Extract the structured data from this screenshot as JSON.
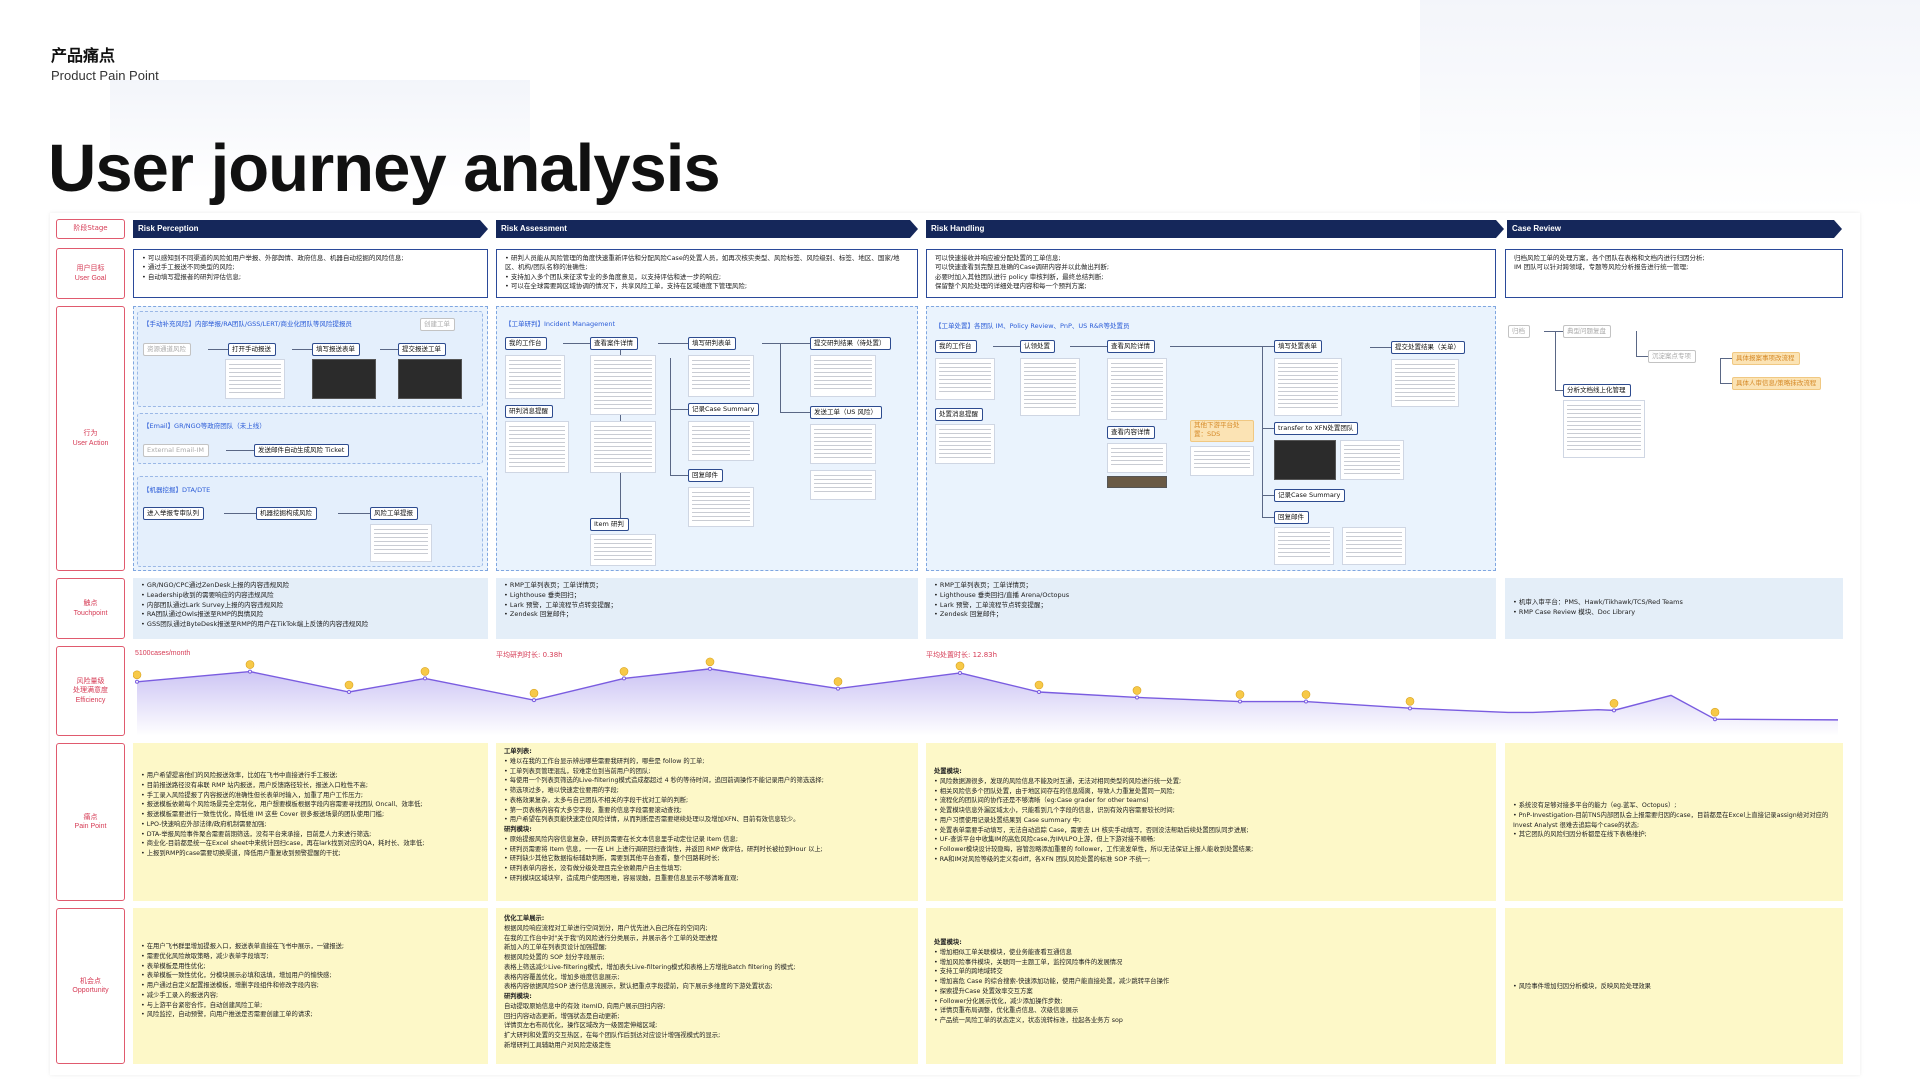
{
  "header": {
    "label_cn": "产品痛点",
    "label_en": "Product Pain Point",
    "title": "User journey analysis"
  },
  "rows": {
    "stage": {
      "cn": "阶段Stage"
    },
    "goal": {
      "cn": "用户目标",
      "en": "User Goal"
    },
    "action": {
      "cn": "行为",
      "en": "User Action"
    },
    "touch": {
      "cn": "触点",
      "en": "Touchpoint"
    },
    "efficiency": {
      "cn1": "风险量级",
      "cn2": "处理满意度",
      "en": "Efficiency"
    },
    "pain": {
      "cn": "痛点",
      "en": "Pain Point"
    },
    "opp": {
      "cn": "机会点",
      "en": "Opportunity"
    }
  },
  "stages": [
    "Risk Perception",
    "Risk Assessment",
    "Risk Handling",
    "Case Review"
  ],
  "goals": [
    [
      "可以感知到不同渠道的风险如用户举报、外部舆情、政府信息、机器自动挖掘的风险信息;",
      "通过手工报送不同类型的风险;",
      "自动填写提报者的研判评估信息;"
    ],
    [
      "研判人员能从风险管理的角度快速重新评估和分配风险Case的处置人员，如再次核实类型、风险标签、风险级别、标签、地区、国家/地区、机构/团队名称的准确性;",
      "支持加入多个团队来征求专业的多角度意见，以支持评估和进一步的响应;",
      "可以在全球需要跨区域协调的情况下，共享风险工单，支持在区域维度下管理风险;"
    ],
    [
      "可以快速接收并响应被分配处置的工单信息;",
      "可以快速查看到完整且准确的Case调研内容并以此做出判断;",
      "必要时加入其他团队进行 policy 审核判断，最终总结判断;",
      "保留整个风险处理的详细处理内容和每一个预判方案;"
    ],
    [
      "归档风险工单的处理方案，各个团队在表格和文档内进行归因分析;",
      "IM 团队可以针对跨领域，专题等风险分析报告进行统一管理;"
    ]
  ],
  "perception": {
    "sub1_title": "【手动补充风险】内部举报/RA团队/GSS/LERT/商业化团队等风险提报员",
    "sub1_nodes": [
      "创建工单",
      "资源通道风险",
      "打开手动报送",
      "填写报送表单",
      "提交报送工单"
    ],
    "sub2_title": "【Email】GR/NGO等政府团队（未上线）",
    "sub2_nodes": [
      "External Email-IM",
      "发送邮件自动生成风险 Ticket"
    ],
    "sub3_title": "【机器挖掘】DTA/DTE",
    "sub3_nodes": [
      "进入举报专审队列",
      "机器挖掘构成风险",
      "风险工单提报"
    ]
  },
  "assessment": {
    "title": "【工单研判】Incident Management",
    "nodes": [
      "我的工作台",
      "查看案件详情",
      "填写研判表单",
      "提交研判结果（待处置）",
      "研判消息提醒",
      "记录Case Summary",
      "发送工单（US 风险）",
      "回复邮件",
      "Item 研判"
    ]
  },
  "handling": {
    "title": "【工单处置】各团队 IM、Policy Review、PnP、US R&R等处置员",
    "nodes": [
      "我的工作台",
      "认领处置",
      "查看风险详情",
      "填写处置表单",
      "提交处置结果（关单）",
      "处置消息提醒",
      "查看内容详情",
      "其他下游平台处置：SDS",
      "transfer to XFN处置团队",
      "记录Case Summary",
      "回复邮件"
    ]
  },
  "review": {
    "nodes": [
      "归档",
      "典型问题复盘",
      "沉淀案点专项",
      "具体报案事项改流程",
      "具体人审信息/策略抹改流程",
      "分析文档线上化管理"
    ]
  },
  "touchpoints": [
    [
      "GR/NGO/CPC通过ZenDesk上报的内容违规风险",
      "Leadership收到的需要响应的内容违规风险",
      "内部团队通过Lark Survey上报的内容违规风险",
      "RA团队通过Owls报送至RMP的舆情风险",
      "GSS团队通过ByteDesk报送至RMP的用户在TikTok端上反馈的内容违规风险"
    ],
    [
      "RMP工单列表页；工单详情页；",
      "Lighthouse 垂类回扫；",
      "Lark 预警，工单流程节点转变提醒；",
      "Zendesk 回复邮件；"
    ],
    [
      "RMP工单列表页；工单详情页；",
      "Lighthouse 垂类回扫/直播 Arena/Octopus",
      "Lark 预警，工单流程节点转变提醒；",
      "Zendesk 回复邮件；"
    ],
    [
      "机审入审平台：PMS、Hawk/Tikhawk/TCS/Red Teams",
      "RMP Case Review 模块、Doc Library"
    ]
  ],
  "efficiency": {
    "labels": [
      "5100cases/month",
      "平均研判时长: 0.38h",
      "平均处置时长: 12.83h"
    ],
    "chart_data": {
      "type": "line",
      "values": [
        0.35,
        0.2,
        0.5,
        0.3,
        0.62,
        0.3,
        0.16,
        0.45,
        0.22,
        0.5,
        0.58,
        0.64,
        0.64,
        0.74,
        0.74,
        0.8,
        0.8,
        0.76,
        0.77,
        0.55,
        0.9,
        0.91
      ],
      "color": "#7a5ce0"
    }
  },
  "pains": [
    {
      "head": "",
      "items": [
        "用户希望提高他们的风险报送效率，比如在飞书中直接进行手工报送;",
        "目前报送路径没有串联 RMP 站内报送，用户反馈路径较长，报送入口粒性不高;",
        "手工录入风险提报了内容报送的准确性但长表单时输入，加重了用户工作压力;",
        "报送模板依赖每个风险场景完全定制化，用户想要模板根据字段内容需要寻找团队 Oncall、效率低;",
        "报送模板需要进行一致性优化，降低维 IM 这些 Cover 很多报送场景的团队使用门槛;",
        "LPO-快速响应外部法律/政府机制需要加强;",
        "DTA-举报风险事件聚合需要前期筛选，没有平台来承接，目前是人力来进行筛选;",
        "商业化-目前都是统一在Excel sheet中来统计回扫case，再在lark找到对应的QA，耗时长、效率低;",
        "上报到RMP的case需要切换渠道，降低用户重复收到预警提醒的干扰;"
      ]
    },
    {
      "head": "工单列表:",
      "items": [
        "难以在我的工作台显示辨出哪些需要我研判的，哪些是 follow 的工单;",
        "工单列表页管理混乱，较难定位到当前用户的团队;",
        "每使用一个列表页筛选的Live-filtering模式造成都超过 4 秒的等待时间，追回前调操作不能记录用户的筛选选择;",
        "筛选项过多，难以快速定位要用的字段;",
        "表格效果复杂，太多与自己团队不相关的字段干扰对工单的判断;",
        "第一页表格内容有大多空字段，重要的信息字段需要滚动查找;",
        "用户希望在列表页能快速定位风险详情，从而判断是否需要继续处理以及增加XFN、目前有效信息较少。"
      ],
      "head2": "研判模块:",
      "items2": [
        "原始提报风险内容信息复杂，研判员需要在长文本信息里手动定位记录 Item 信息;",
        "研判员需要将 Item 信息，一一在 LH 上进行调研回扫查询性，并返回 RMP 做评估，研判时长被拉到Hour 以上;",
        "研判缺少其他它数据指标辅助判断，需要到其他平台查看，整个回路耗时长;",
        "研判表单内容长，没有做分级处理且完全依赖用户自主性填写;",
        "研判模块区域块窄，造成用户使用困难，容易误触，且重要信息显示不够清晰直观;"
      ]
    },
    {
      "head": "处置模块:",
      "items": [
        "风险数据源很多，发现的风险信息不能及时互通，无法对相同类型的风险进行统一处置;",
        "相关风险信多个团队处置，由于地区间存在的信息隔离，导致人力重复处置同一风险;",
        "流程化的团队间的协作还是不够清晰（eg:Case grader for other teams)",
        "处置模块信息外漏区域太小，只能看到几个字段的信息，识别有效内容需要较长时间;",
        "用户习惯使用记录处置结果到 Case summary 中;",
        "处置表单需要手动填写，无法自动追踪 Case，需要去 LH 核实手动填写，否则没法帮助后续处置团队同步进展;",
        "UF-查诉平台中收集IM的高危风险case,为IM/LPO上游，但上下游对接不顺畅;",
        "Follower模块设计较隐晦，容管忽略添加重要的 follower，工作流发单性，所以无法保证上报人能收到处置结果;",
        "RA和IM对风险等级的定义有diff，各XFN 团队风险处置的标准 SOP 不统一;"
      ]
    },
    {
      "head": "",
      "items": [
        "系统没有足够对接多平台的能力（eg.蓝军、Octopus）;",
        "PnP-Investigation-目前TNS内部团队会上报需要归因的case，目前都是在Excel上直接记录assign给对对应的Invest Analyst 很难去追踪每个case的状态;",
        "其它团队的风险归因分析都是在线下表格维护;"
      ]
    }
  ],
  "opps": [
    {
      "head": "",
      "items": [
        "在用户飞书群里增加提报入口，报送表单直接在飞书中展示，一键报送;",
        "需要优化风险故取策略，减少表单字段填写;",
        "表单模板是用性优化;",
        "表单模板一致性优化，分模块展示必填和选填，增加用户的愉快感;",
        "用户通过自定义配置报送模板，增删字段组件和修改字段内容;",
        "减少手工录入的报送内容;",
        "与上游平台紧密合作，自动创建风险工单;",
        "风险监控，自动预警，向用户推送是否需要创建工单的请求;"
      ]
    },
    {
      "head": "优化工单展示:",
      "lines": [
        "根据风险响应流程对工单进行空间划分，用户优先进入自己所在的空间内;",
        "在我的工作台中对\"关于我\"的风险进行分类展示，并展示各个工单的处理进程",
        "新加入的工单在列表页设计加强提醒;",
        "根据风险处置的 SOP 划分字段展示;",
        "表格上筛选减少Live-filtering模式，增加表头Live-filtering模式和表格上方增批Batch filtering 的模式;",
        "表格内容覆盖优化，增加多维度信息展示;",
        "表格内容依据风险SOP 进行信息流展示，默认把重点字段提前，向下展示多维度的下游处置状态;"
      ],
      "head2": "研判模块:",
      "lines2": [
        "自动提取原始信息中的有效 itemID, 向用户展示回扫内容;",
        "回扫内容动态更新，增强状态是自动更新;",
        "详情页左右布局优化，操作区域改为一级固定伸缩区域;",
        "扩大研判和处置的交互热区，在每个团队作后到达对应设计增强视模式的显示;",
        "新增研判工具辅助用户对风险定级定性"
      ]
    },
    {
      "head": "处置模块:",
      "items": [
        "增加相似工单关联模块，使业务能查看互通信息",
        "增加风险事件模块，关联同一主题工单，监控风险事件的发展情况",
        "支持工单的跨地域转交",
        "增加高危 Case 的综合搜索-快速添加功能，使用户能直接处置，减少跳转平台操作",
        "探索提升Case 处置效率交互方案",
        "Follower分化展示优化，减少添加操作步数;",
        "详情页重布局调整，优化重点信息、次级信息展示",
        "产品统一风险工单的状态定义，状态流转标准，拉起各业务方 sop"
      ]
    },
    {
      "head": "",
      "items": [
        "风险事件增加归因分析模块，反映风险处理效果"
      ]
    }
  ]
}
